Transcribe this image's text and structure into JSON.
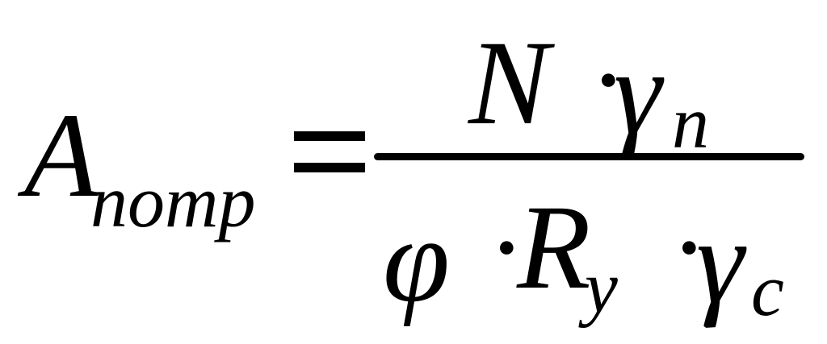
{
  "formula": {
    "lhs": {
      "symbol": "A",
      "subscript": "nomp"
    },
    "equals_sign": "=",
    "numerator": {
      "symbol": "N",
      "dot": "·",
      "factor": "γ",
      "factor_subscript": "n"
    },
    "denominator": {
      "first": "φ",
      "dot1": "·",
      "second": "R",
      "second_subscript": "y",
      "dot2": "·",
      "third": "γ",
      "third_subscript": "c"
    }
  }
}
